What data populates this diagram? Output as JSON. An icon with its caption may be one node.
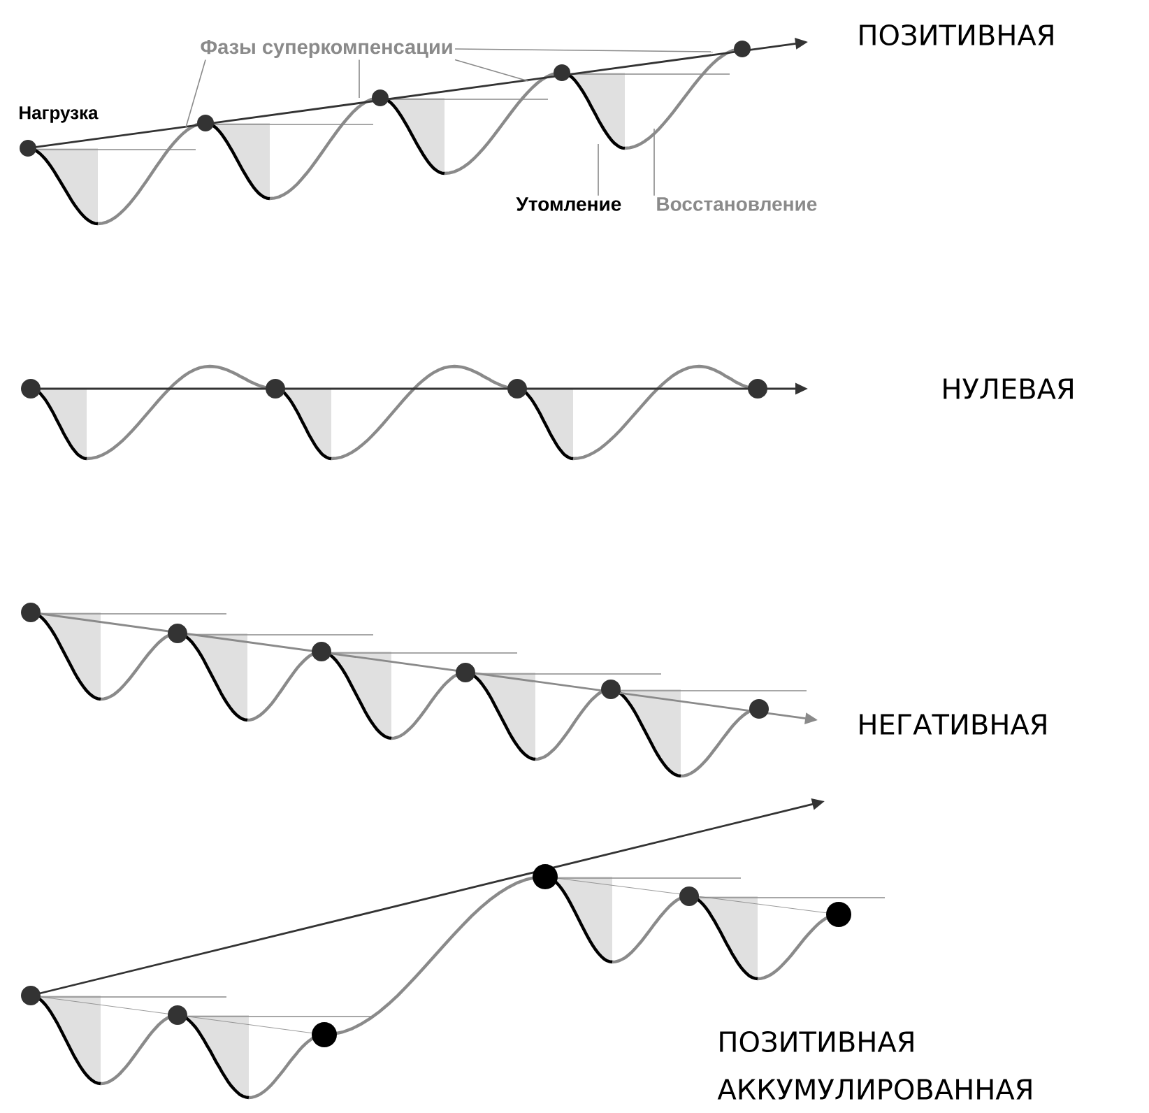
{
  "diagram": {
    "nodes": [
      {
        "text": [
          "Фазы суперкомпенсации"
        ]
      },
      {
        "text": [
          "Утомление"
        ]
      },
      {
        "text": [
          "Восстановление"
        ]
      }
    ],
    "edges": [
      {
        "from": 0,
        "to": null,
        "arrow": "none"
      },
      {
        "from": 0,
        "to": null,
        "arrow": "none"
      },
      {
        "from": 0,
        "to": null,
        "arrow": "none"
      },
      {
        "from": 0,
        "to": null,
        "arrow": "none"
      },
      {
        "from": 1,
        "to": null,
        "arrow": "none"
      },
      {
        "from": 2,
        "to": null,
        "arrow": "none"
      }
    ],
    "labels": [
      "Нагрузка",
      "ПОЗИТИВНАЯ",
      "НУЛЕВАЯ",
      "НЕГАТИВНАЯ",
      "ПОЗИТИВНАЯ АККУМУЛИРОВАННАЯ"
    ]
  }
}
